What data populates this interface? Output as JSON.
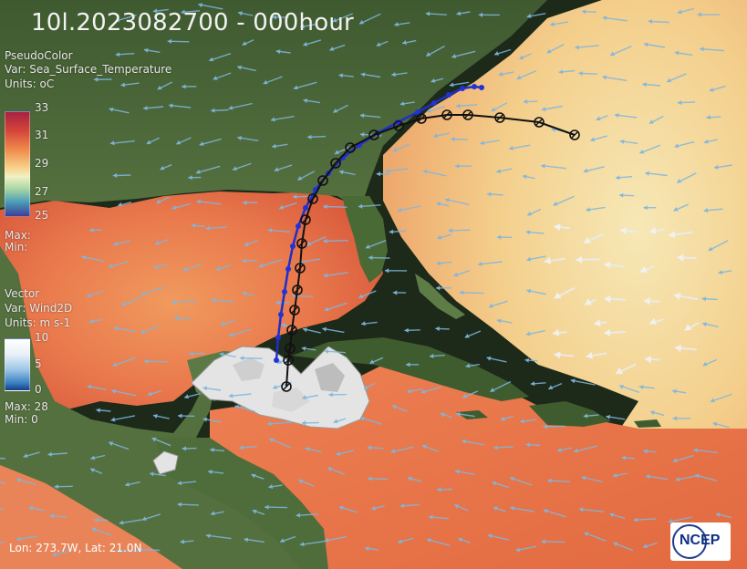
{
  "title": "10l.2023082700 - 000hour",
  "sst_legend": {
    "plot_type": "PseudoColor",
    "var_label": "Var: Sea_Surface_Temperature",
    "units_label": "Units: oC",
    "ticks": [
      "33",
      "31",
      "29",
      "27",
      "25"
    ],
    "max_label": "Max:",
    "min_label": "Min:",
    "colors": [
      "#a8213f",
      "#d4463a",
      "#f08a4c",
      "#f7d48c",
      "#f1f1c4",
      "#a9d5a3",
      "#4c9fb8",
      "#3a3f9a"
    ]
  },
  "wind_legend": {
    "plot_type": "Vector",
    "var_label": "Var: Wind2D",
    "units_label": "Units: m s-1",
    "ticks": [
      "10",
      "5",
      "0"
    ],
    "max_label": "Max: 28",
    "min_label": "Min: 0"
  },
  "coords": "Lon: 273.7W, Lat: 21.0N",
  "logo_text": "NCEP",
  "colors": {
    "sea_warm": "#e8744a",
    "sea_cool": "#f6d9a0",
    "land": "#4e6a3c",
    "track_blue": "#1f2fc8",
    "track_black": "#111111",
    "vector": "#7fb6de"
  }
}
